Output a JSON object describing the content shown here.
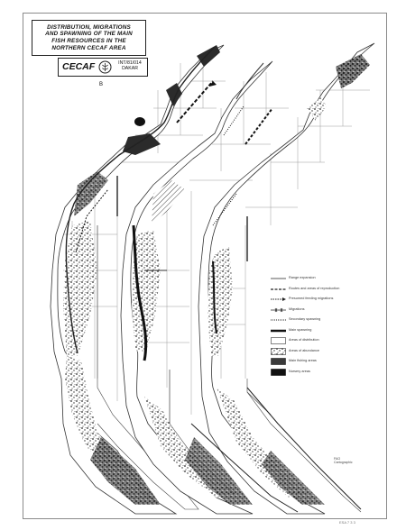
{
  "map": {
    "title_lines": [
      "DISTRIBUTION, MIGRATIONS",
      "AND SPAWNING OF THE MAIN",
      "FISH RESOURCES IN THE",
      "NORTHERN CECAF AREA"
    ],
    "logo_text": "CECAF",
    "code_line_1": "INT/81/014",
    "code_line_2": "DAKAR",
    "sheet_letter": "B",
    "credit_line_1": "FAO",
    "credit_line_2": "Cartographic",
    "footer_id": "ESA 7 3 3",
    "colors": {
      "ink": "#1a1a1a",
      "coast": "#333333",
      "grid": "#9a9a9a",
      "dense": "#2b2b2b"
    }
  },
  "legend": [
    {
      "symbol": "plain-line",
      "label": "Range expansion"
    },
    {
      "symbol": "dash-line",
      "label": "Routes and areas of reproduction"
    },
    {
      "symbol": "arrow-line",
      "label": "Presumed feeding migrations"
    },
    {
      "symbol": "cross-line",
      "label": "Migrations"
    },
    {
      "symbol": "dot-line",
      "label": "Secondary spawning"
    },
    {
      "symbol": "thick-line",
      "label": "Main spawning"
    },
    {
      "symbol": "light-box",
      "label": "Areas of distribution"
    },
    {
      "symbol": "mid-box",
      "label": "Areas of abundance"
    },
    {
      "symbol": "dark-box",
      "label": "Main fishing areas"
    },
    {
      "symbol": "number-box",
      "label": "Nursery areas"
    }
  ]
}
